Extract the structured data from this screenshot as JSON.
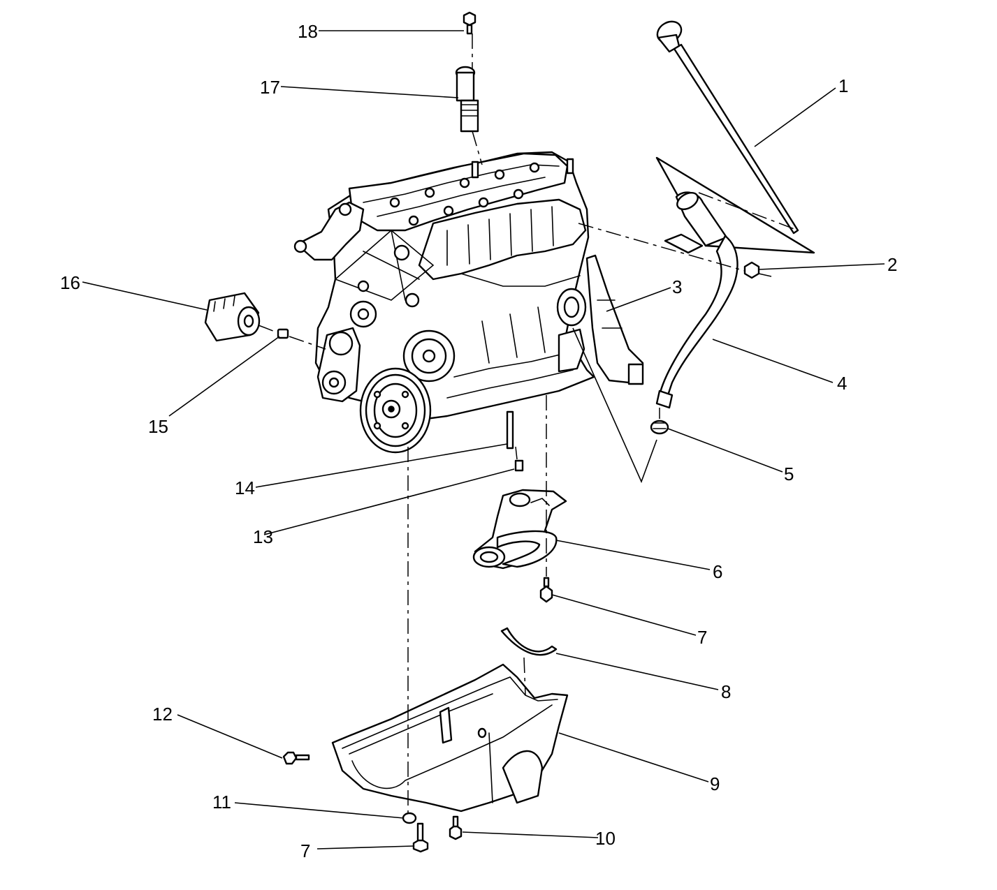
{
  "callouts": [
    {
      "id": "c1",
      "label": "1"
    },
    {
      "id": "c2",
      "label": "2"
    },
    {
      "id": "c3",
      "label": "3"
    },
    {
      "id": "c4",
      "label": "4"
    },
    {
      "id": "c5",
      "label": "5"
    },
    {
      "id": "c6",
      "label": "6"
    },
    {
      "id": "c7a",
      "label": "7"
    },
    {
      "id": "c8",
      "label": "8"
    },
    {
      "id": "c9",
      "label": "9"
    },
    {
      "id": "c10",
      "label": "10"
    },
    {
      "id": "c11",
      "label": "11"
    },
    {
      "id": "c12",
      "label": "12"
    },
    {
      "id": "c13",
      "label": "13"
    },
    {
      "id": "c14",
      "label": "14"
    },
    {
      "id": "c15",
      "label": "15"
    },
    {
      "id": "c16",
      "label": "16"
    },
    {
      "id": "c17",
      "label": "17"
    },
    {
      "id": "c18",
      "label": "18"
    },
    {
      "id": "c7b",
      "label": "7"
    }
  ]
}
